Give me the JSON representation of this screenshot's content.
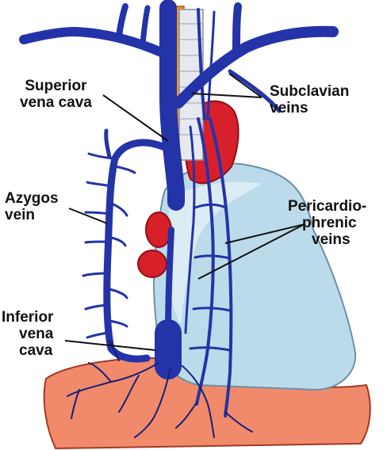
{
  "labels": {
    "superior_vena_cava": [
      "Superior",
      "vena cava"
    ],
    "subclavian_veins": [
      "Subclavian",
      "veins"
    ],
    "azygos_vein": [
      "Azygos",
      "vein"
    ],
    "pericardiophrenic_veins": [
      "Pericardio-",
      "phrenic",
      "veins"
    ],
    "inferior_vena_cava": [
      "Inferior",
      "vena",
      "cava"
    ]
  },
  "colors": {
    "vein": "#2433a8",
    "vein_dark": "#16207a",
    "heart_light": "#bcdbea",
    "heart_edge": "#6f8fa6",
    "aorta": "#d8202a",
    "aorta_dark": "#8e1016",
    "diaphragm": "#f08a6a",
    "diaphragm_edge": "#a13a22",
    "esophagus": "#f0962c",
    "trachea": "#e6eaf0",
    "leader_line": "#111111"
  }
}
